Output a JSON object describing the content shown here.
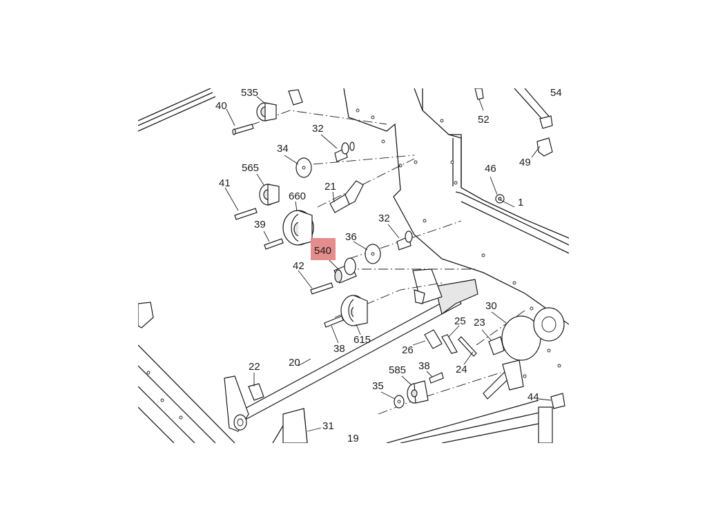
{
  "diagram": {
    "highlight_color": "#e58c8c",
    "line_color": "#1a1a1a",
    "background": "#ffffff",
    "callouts": {
      "c535": "535",
      "c54": "54",
      "c40": "40",
      "c32a": "32",
      "c52": "52",
      "c49": "49",
      "c34": "34",
      "c565": "565",
      "c46": "46",
      "c41": "41",
      "c21": "21",
      "c660": "660",
      "c1": "1",
      "c32b": "32",
      "c39": "39",
      "c36": "36",
      "c540": "540",
      "c42": "42",
      "c30": "30",
      "c25": "25",
      "c23": "23",
      "c615": "615",
      "c38a": "38",
      "c26": "26",
      "c24": "24",
      "c22": "22",
      "c20": "20",
      "c38b": "38",
      "c585": "585",
      "c35": "35",
      "c44": "44",
      "c31": "31",
      "c19": "19"
    }
  }
}
